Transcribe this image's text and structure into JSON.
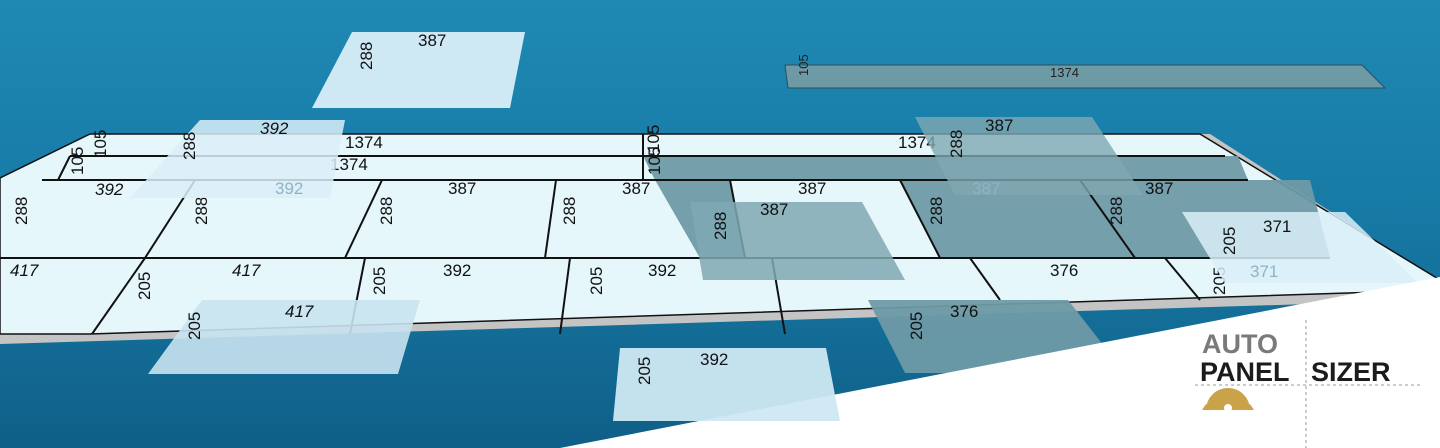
{
  "brand": {
    "word1": "AUTO",
    "word2": "PANEL",
    "word3": "SIZER",
    "icon": "saw-blade-icon",
    "colors": {
      "auto": "#7a7a7a",
      "panel_sizer": "#1c1c1c",
      "blade": "#c9a24a"
    }
  },
  "colors": {
    "background_top": "#1f89b4",
    "background_bottom": "#0f5f88",
    "panel_light": "#e6f7fc",
    "panel_dark": "#6e9aa6",
    "board_edge": "#c4c4c4",
    "grid_line": "#111111"
  },
  "dimensions": {
    "d1374": "1374",
    "d105": "105",
    "d392": "392",
    "d387": "387",
    "d288": "288",
    "d417": "417",
    "d205": "205",
    "d376": "376",
    "d371": "371"
  }
}
